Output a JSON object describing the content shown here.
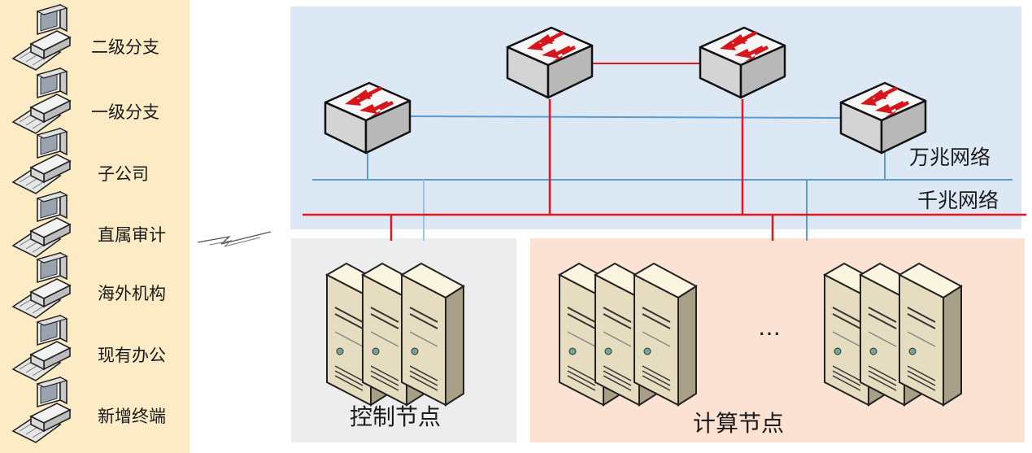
{
  "clients": [
    {
      "label": "二级分支",
      "icon": "desktop-computer-icon"
    },
    {
      "label": "一级分支",
      "icon": "desktop-computer-icon"
    },
    {
      "label": "子公司",
      "icon": "desktop-computer-icon"
    },
    {
      "label": "直属审计",
      "icon": "desktop-computer-icon"
    },
    {
      "label": "海外机构",
      "icon": "desktop-computer-icon"
    },
    {
      "label": "现有办公",
      "icon": "desktop-computer-icon"
    },
    {
      "label": "新增终端",
      "icon": "desktop-computer-icon"
    }
  ],
  "link_icon": "wan-lightning-link-icon",
  "networks": {
    "ten_gig_label": "万兆网络",
    "gig_label": "千兆网络",
    "switch_icon": "network-switch-icon",
    "ten_gig_color": "#5b9bd5",
    "gig_color": "#e8141c"
  },
  "groups": {
    "control_label": "控制节点",
    "compute_label": "计算节点",
    "ellipsis": "…",
    "server_icon": "tower-server-icon"
  },
  "colors": {
    "client_panel": "#fdebc6",
    "network_panel": "#dde8f5",
    "control_panel": "#ededed",
    "compute_panel": "#fbe2d3"
  }
}
